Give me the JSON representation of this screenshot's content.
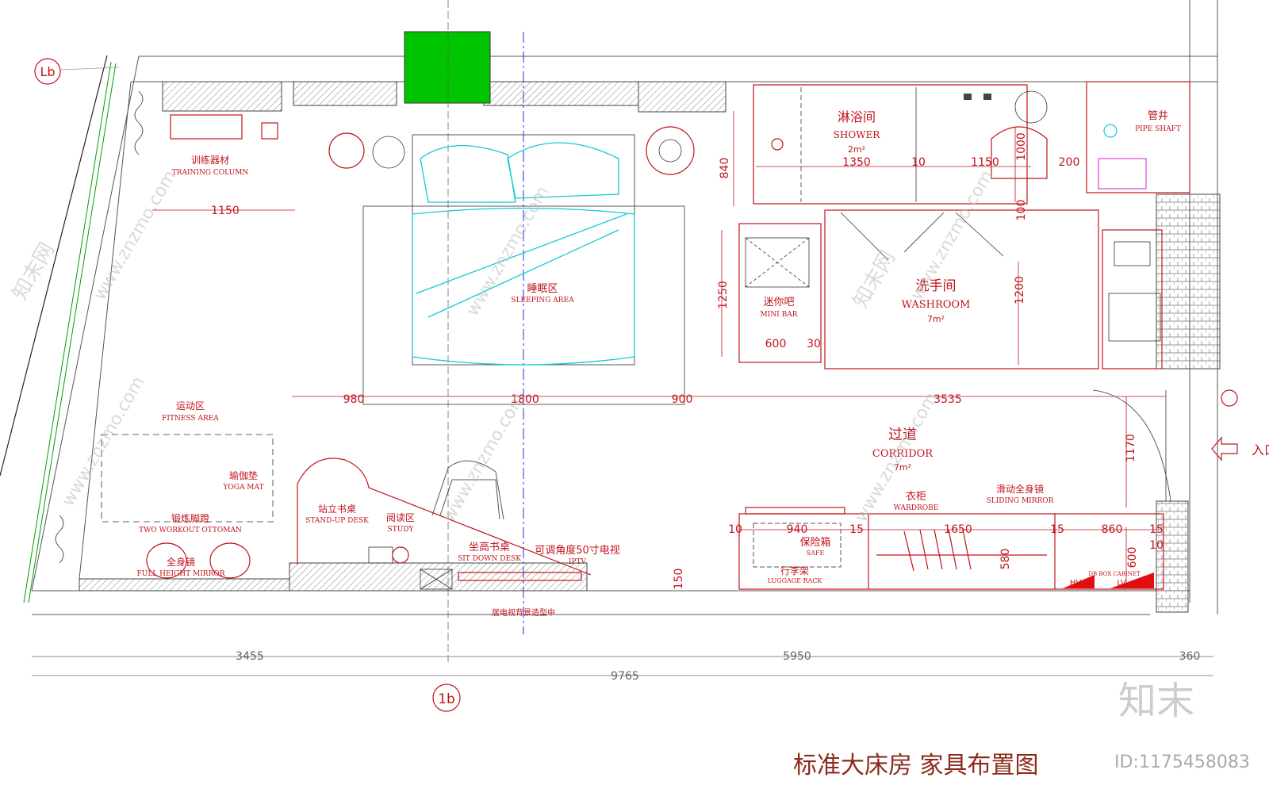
{
  "title": "标准大床房 家具布置图",
  "watermark": {
    "brand": "知末",
    "id": "ID:1175458083",
    "url": "www.znzmo.com",
    "mark": "知末网"
  },
  "grid": {
    "row_mark": "Lb",
    "col_mark": "1b"
  },
  "rooms": {
    "shower": {
      "cn": "淋浴间",
      "en": "SHOWER",
      "area": "2m²"
    },
    "pipe": {
      "cn": "管井",
      "en": "PIPE SHAFT"
    },
    "washroom": {
      "cn": "洗手间",
      "en": "WASHROOM",
      "area": "7m²"
    },
    "minibar": {
      "cn": "迷你吧",
      "en": "MINI BAR"
    },
    "sleeping": {
      "cn": "睡眠区",
      "en": "SLEEPING AREA"
    },
    "fitness": {
      "cn": "运动区",
      "en": "FITNESS AREA"
    },
    "corridor": {
      "cn": "过道",
      "en": "CORRIDOR",
      "area": "7m²"
    },
    "entry": {
      "cn": "入口"
    }
  },
  "furniture": {
    "training": {
      "cn": "训练器材",
      "en": "TRAINING COLUMN"
    },
    "yoga": {
      "cn": "瑜伽垫",
      "en": "YOGA MAT"
    },
    "ottoman": {
      "cn": "锻炼脚蹬",
      "en": "TWO WORKOUT OTTOMAN"
    },
    "mirror": {
      "cn": "全身镜",
      "en": "FULL HEIGHT MIRROR"
    },
    "standup": {
      "cn": "站立书桌",
      "en": "STAND-UP DESK"
    },
    "study": {
      "cn": "阅读区",
      "en": "STUDY"
    },
    "sitdesk": {
      "cn": "坐高书桌",
      "en": "SIT DOWN DESK"
    },
    "tv": {
      "cn": "可调角度50寸电视",
      "en": "IPTV"
    },
    "tvwall": {
      "cn": "居电视背景造型中"
    },
    "safe": {
      "cn": "保险箱",
      "en": "SAFE"
    },
    "luggage": {
      "cn": "行李架",
      "en": "LUGGAGE RACK"
    },
    "wardrobe": {
      "cn": "衣柜",
      "en": "WARDROBE"
    },
    "sliding": {
      "cn": "滑动全身镜",
      "en": "SLIDING MIRROR"
    },
    "dbbox": {
      "en": "DB BOX CABINET"
    },
    "hv": "HV",
    "lv": "LV"
  },
  "dims": {
    "d1150a": "1150",
    "d840": "840",
    "d1350": "1350",
    "d10a": "10",
    "d1150b": "1150",
    "d200": "200",
    "d1000": "1000",
    "d100": "100",
    "d1250": "1250",
    "d1200": "1200",
    "d600a": "600",
    "d30": "30",
    "d980": "980",
    "d1800": "1800",
    "d900": "900",
    "d3535": "3535",
    "d1170": "1170",
    "d150": "150",
    "d940": "940",
    "d1650": "1650",
    "d15a": "15",
    "d15b": "15",
    "d860": "860",
    "d10b": "10",
    "d10c": "10",
    "d15c": "15",
    "d580": "580",
    "d600b": "600",
    "d3455": "3455",
    "d5950": "5950",
    "d360": "360",
    "d9765": "9765"
  },
  "colors": {
    "red": "#c0141c",
    "cyan": "#12c8d8",
    "green": "#00c400",
    "blue": "#1a2fe0",
    "magenta": "#e040e0"
  }
}
